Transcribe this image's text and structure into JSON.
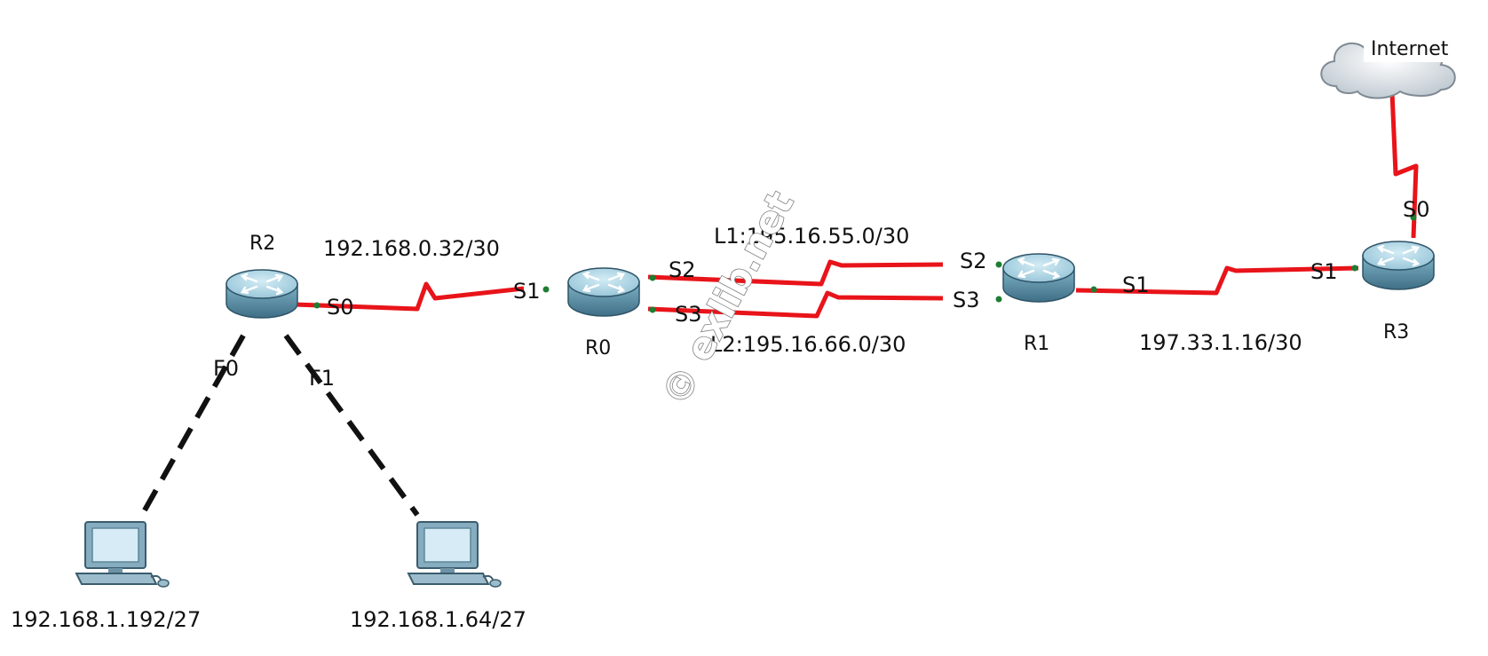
{
  "devices": {
    "r2": "R2",
    "r0": "R0",
    "r1": "R1",
    "r3": "R3",
    "cloud": "Internet"
  },
  "interfaces": {
    "r2_s0": "S0",
    "r2_f0": "F0",
    "r2_f1": "F1",
    "r0_s1": "S1",
    "r0_s2": "S2",
    "r0_s3": "S3",
    "r1_s2": "S2",
    "r1_s3": "S3",
    "r1_s1": "S1",
    "r3_s1": "S1",
    "r3_s0": "S0"
  },
  "networks": {
    "r2_r0": "192.168.0.32/30",
    "l1": "L1:195.16.55.0/30",
    "l2": "L2:195.16.66.0/30",
    "r1_r3": "197.33.1.16/30",
    "lan_left": "192.168.1.192/27",
    "lan_right": "192.168.1.64/27"
  },
  "watermark": "© exlib.net",
  "colors": {
    "serial_link": "#e8141a",
    "lan_link": "#111111",
    "router_top": "#a9d2e2",
    "router_body": "#5d8fa6"
  }
}
